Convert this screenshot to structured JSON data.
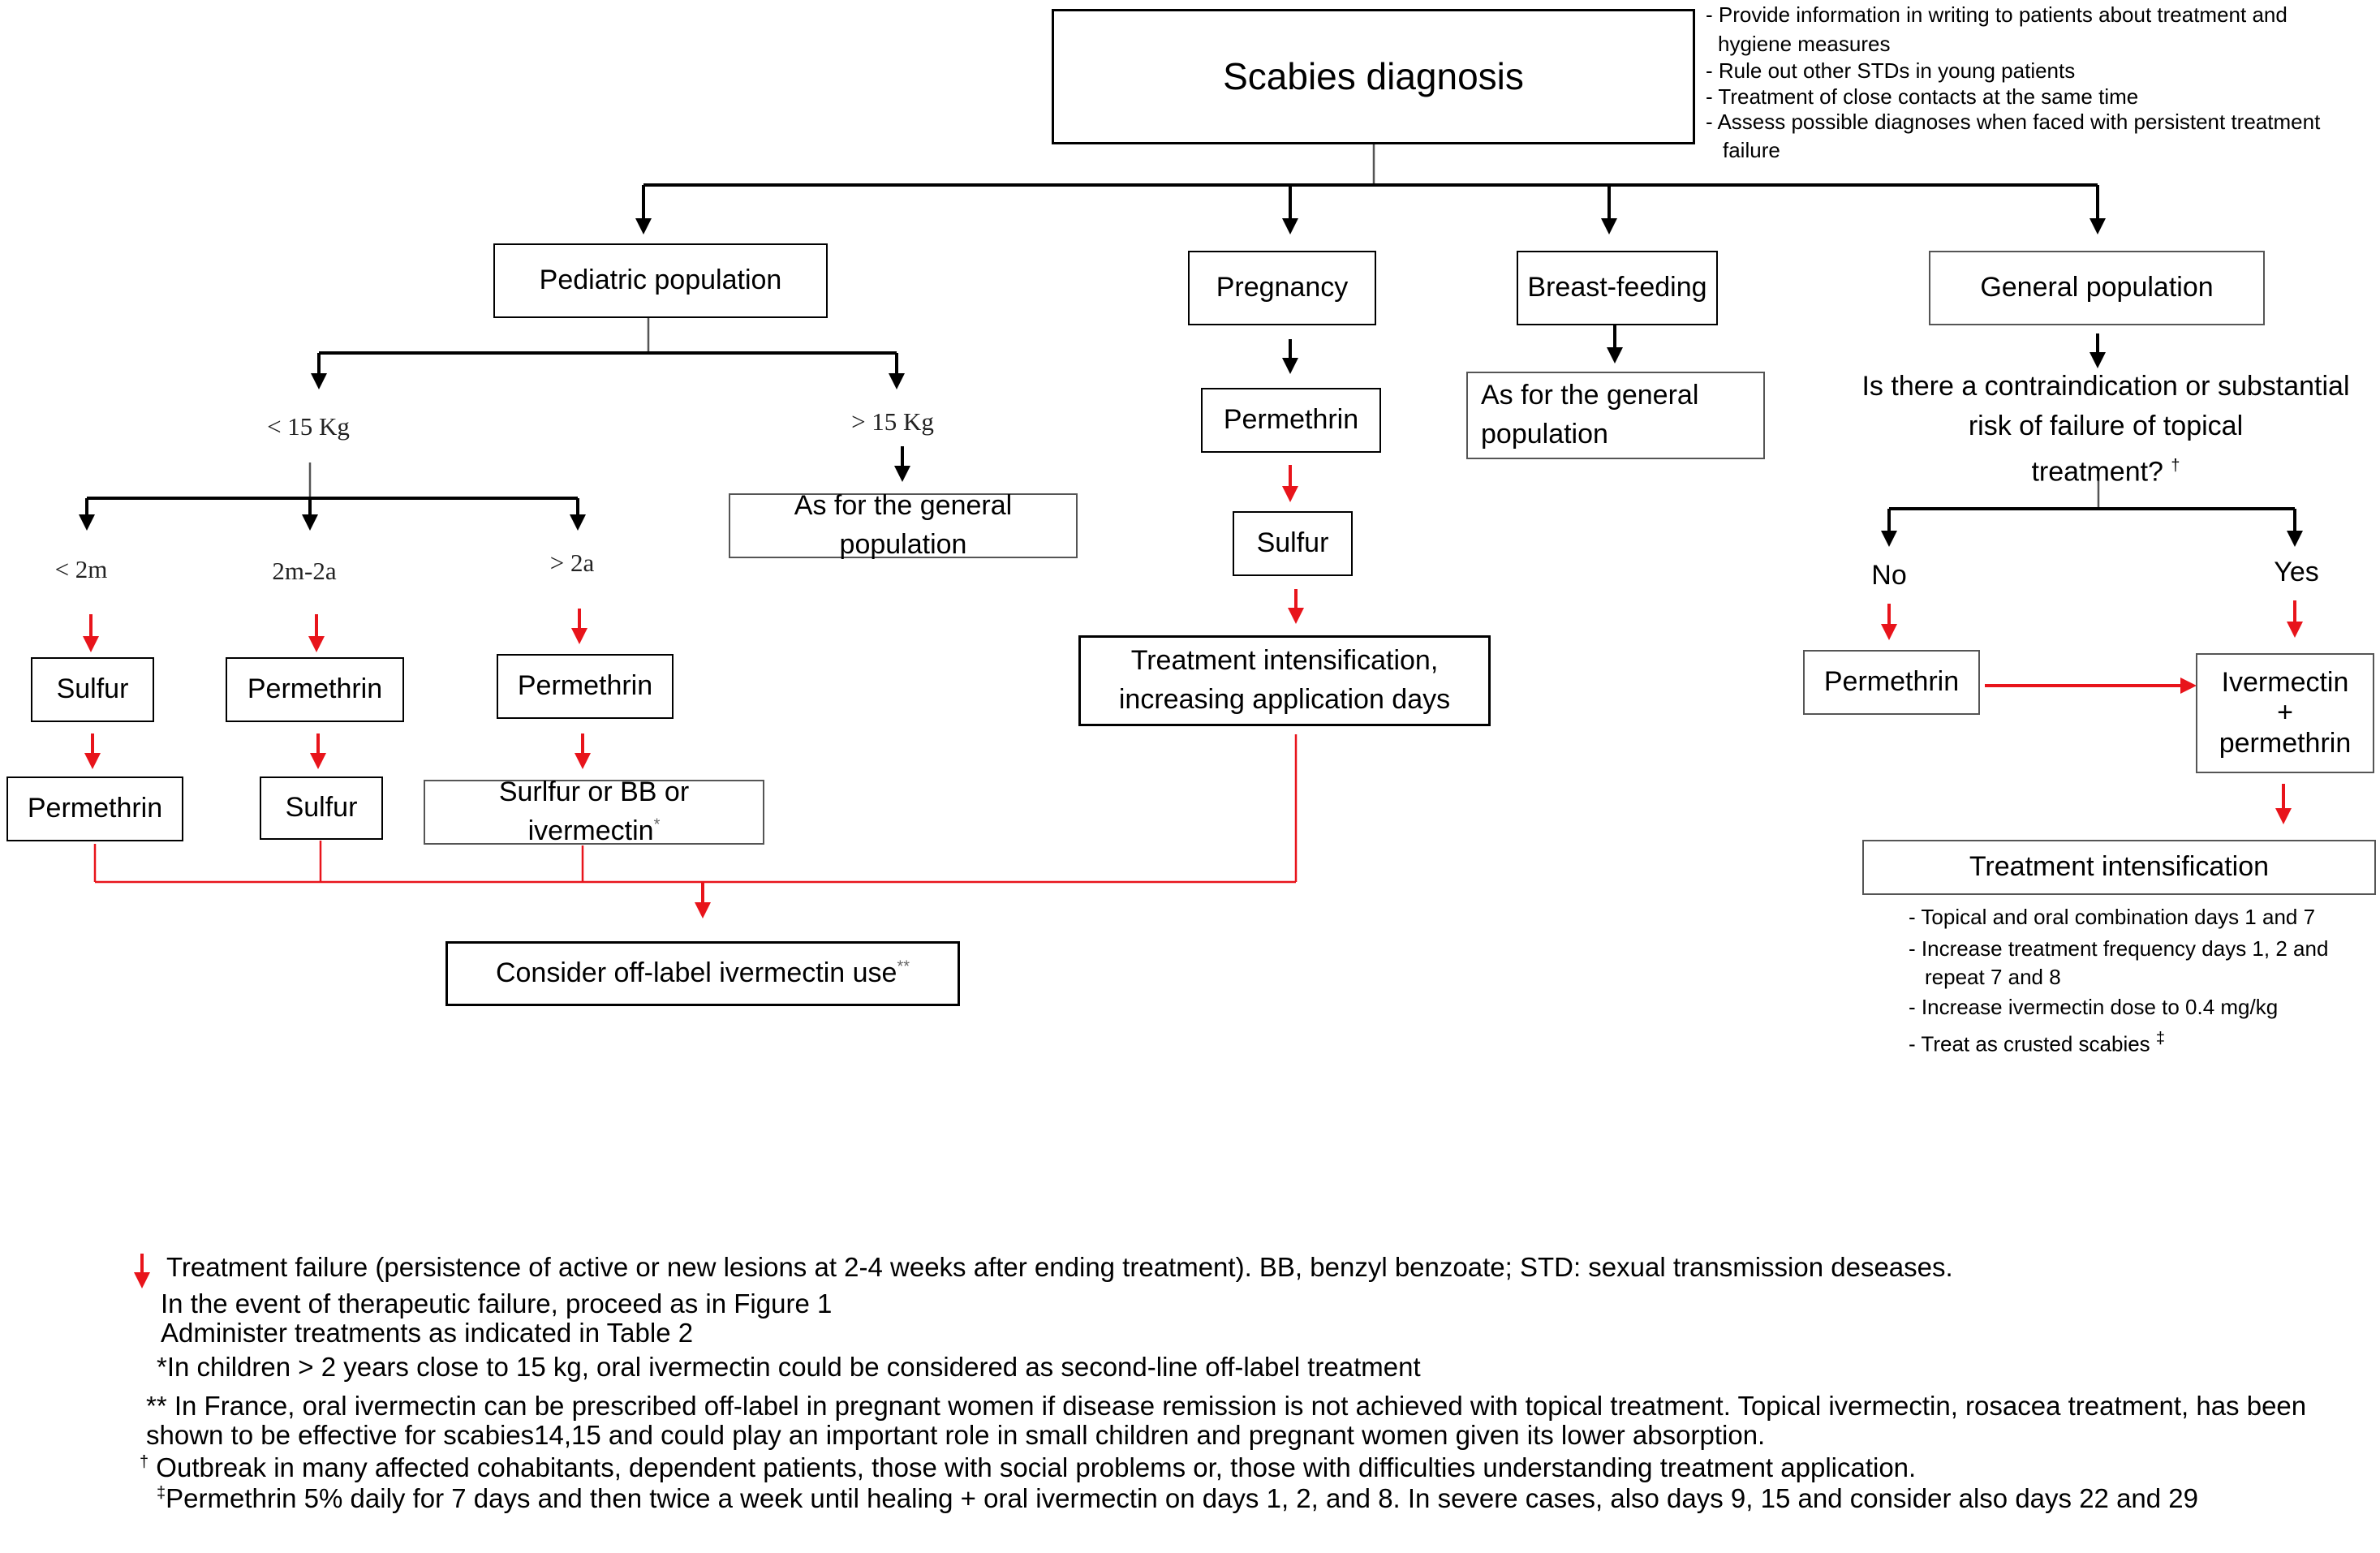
{
  "root": {
    "title": "Scabies diagnosis",
    "notes": [
      "- Provide information in writing to patients about treatment and",
      "hygiene measures",
      "- Rule out other STDs in young patients",
      "- Treatment of close contacts at the same time",
      "-  Assess possible diagnoses when faced with persistent treatment",
      "failure"
    ]
  },
  "pediatric": {
    "title": "Pediatric population",
    "lt15": "< 15 Kg",
    "gt15": "> 15 Kg",
    "gt15_box": "As for the general population",
    "lt2m": "< 2m",
    "mid": "2m-2a",
    "gt2a": "> 2a",
    "lt2m_first": "Sulfur",
    "lt2m_second": "Permethrin",
    "mid_first": "Permethrin",
    "mid_second": "Sulfur",
    "gt2a_first": "Permethrin",
    "gt2a_second": "Surlfur or BB or ivermectin",
    "gt2a_second_mark": "*"
  },
  "pregnancy": {
    "title": "Pregnancy",
    "first": "Permethrin",
    "second": "Sulfur",
    "third_line1": "Treatment intensification,",
    "third_line2": "increasing application days"
  },
  "offlabel": {
    "text": "Consider off-label ivermectin use",
    "mark": "**"
  },
  "breast": {
    "title": "Breast-feeding",
    "box_line1": "As for the general",
    "box_line2": "population"
  },
  "general": {
    "title": "General population",
    "question_line1": "Is there a contraindication or substantial",
    "question_line2": "risk of failure of topical",
    "question_line3": "treatment? ",
    "question_mark": "†",
    "no": "No",
    "yes": "Yes",
    "no_box": "Permethrin",
    "yes_line1": "Ivermectin",
    "yes_line2": "+",
    "yes_line3": "permethrin",
    "intensification": "Treatment intensification",
    "intens_notes": [
      "-  Topical and oral combination days 1 and 7",
      "-  Increase treatment frequency days 1, 2 and",
      "repeat 7 and 8",
      "- Increase ivermectin dose to 0.4 mg/kg",
      "-  Treat as crusted scabies "
    ],
    "intens_mark": "‡"
  },
  "legend": {
    "line1": "Treatment failure (persistence of active or new lesions at 2-4 weeks after ending treatment). BB, benzyl benzoate; STD: sexual transmission deseases.",
    "line2": "In the event of therapeutic failure, proceed as in Figure 1",
    "line3": "Administer treatments as indicated in Table 2",
    "line4": "*In children > 2 years close to 15 kg, oral ivermectin could be considered as second-line off-label treatment",
    "line5": "** In France, oral ivermectin can be prescribed off-label in pregnant women if disease remission is not achieved with topical treatment. Topical ivermectin, rosacea treatment, has been",
    "line6": "shown to be effective for scabies14,15 and could play an important role in small children and pregnant women given its lower absorption.",
    "line7_mark": "†",
    "line7": " Outbreak in many affected cohabitants, dependent patients, those with social problems or, those with difficulties understanding treatment application.",
    "line8_mark": "‡",
    "line8": "Permethrin 5% daily for 7 days and then twice a week until healing + oral ivermectin on days 1, 2, and 8. In severe cases, also days 9, 15 and consider also days 22 and 29"
  },
  "colors": {
    "failure_arrow": "#e8141b",
    "flow_arrow": "#000000"
  }
}
